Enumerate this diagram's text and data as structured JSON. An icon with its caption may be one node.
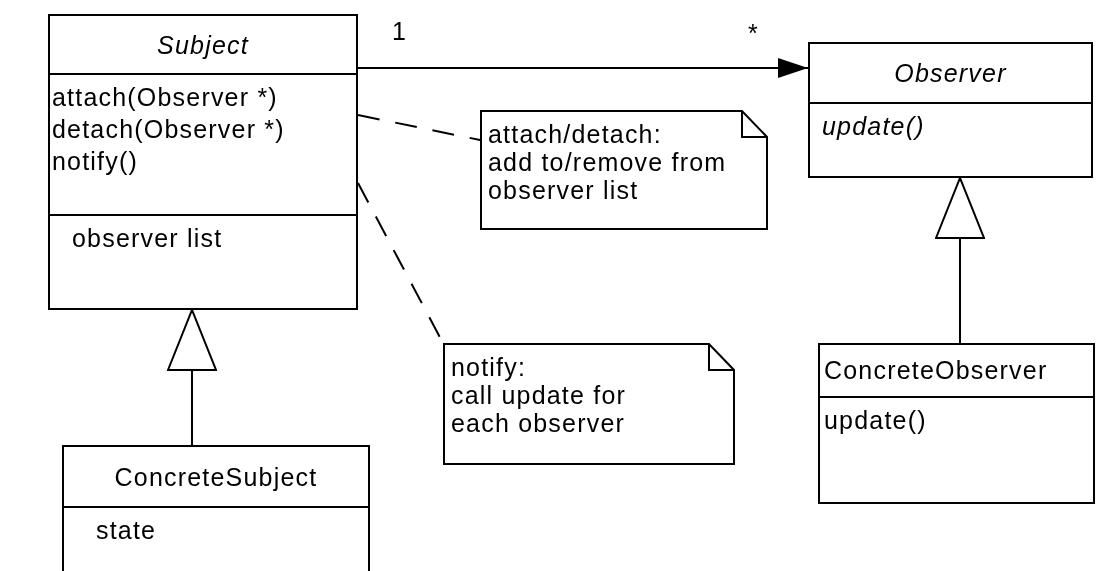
{
  "diagram": {
    "nodes": [
      {
        "text": [
          "Subject",
          "attach(Observer *)",
          "detach(Observer *)",
          "notify()",
          "observer list"
        ]
      },
      {
        "text": [
          "Observer",
          "update()"
        ]
      },
      {
        "text": [
          "attach/detach:",
          "add to/remove from observer list"
        ]
      },
      {
        "text": [
          "notify:",
          "call update for each observer"
        ]
      },
      {
        "text": [
          "ConcreteSubject",
          "state"
        ]
      },
      {
        "text": [
          "ConcreteObserver",
          "update()"
        ]
      }
    ],
    "edges": [
      {
        "from": 0,
        "to": 1,
        "arrow": "to"
      },
      {
        "from": 0,
        "to": 2,
        "arrow": "none",
        "style": "dashed"
      },
      {
        "from": 0,
        "to": 3,
        "arrow": "none",
        "style": "dashed"
      },
      {
        "from": 4,
        "to": 0,
        "arrow": "to"
      },
      {
        "from": 5,
        "to": 1,
        "arrow": "to"
      }
    ],
    "labels": [
      "1",
      "*"
    ]
  }
}
